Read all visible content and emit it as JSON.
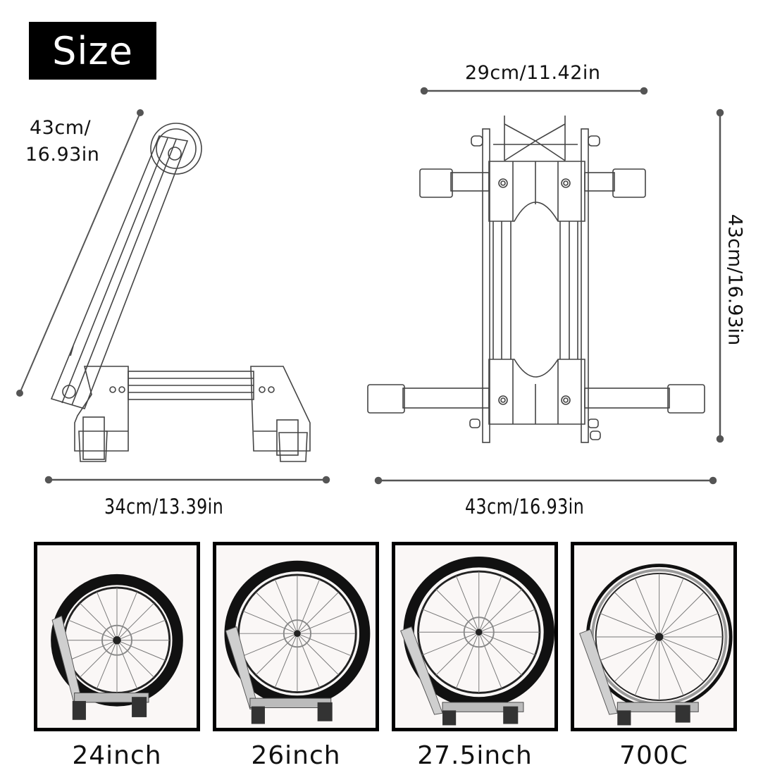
{
  "header": {
    "title": "Size"
  },
  "side_view": {
    "diagonal_dimension": {
      "line1": "43cm/",
      "line2": "16.93in"
    },
    "width_dimension": "34cm/13.39in"
  },
  "front_view": {
    "top_dimension": "29cm/11.42in",
    "height_dimension": "43cm/16.93in",
    "width_dimension": "43cm/16.93in"
  },
  "compatibility": {
    "items": [
      {
        "label": "24inch",
        "tire": "knobby",
        "rotor": true
      },
      {
        "label": "26inch",
        "tire": "knobby",
        "rotor": true
      },
      {
        "label": "27.5inch",
        "tire": "knobby",
        "rotor": true
      },
      {
        "label": "700C",
        "tire": "road",
        "rotor": false
      }
    ]
  },
  "colors": {
    "badge_bg": "#000000",
    "badge_text": "#ffffff",
    "dimension_line": "#5a5a5a",
    "box_border": "#000000",
    "box_bg": "#faf7f6"
  }
}
